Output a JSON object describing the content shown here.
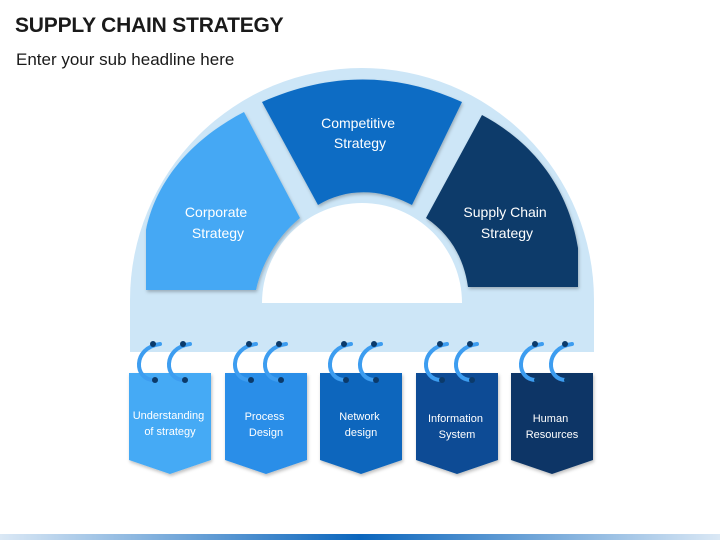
{
  "title": "SUPPLY CHAIN STRATEGY",
  "subtitle": "Enter your sub headline here",
  "colors": {
    "arch_background": "#cde6f7",
    "corporate": "#44a8f4",
    "competitive": "#0b6cc4",
    "supply_chain": "#0b3a6a",
    "card_1": "#45aaf5",
    "card_2": "#2a8ee8",
    "card_3": "#0a66bd",
    "card_4": "#074c95",
    "card_5": "#0a3566",
    "ring": "#3d9df0",
    "bottom_bar": "#0b66bd"
  },
  "segments": [
    {
      "id": "corporate",
      "lines": [
        "Corporate",
        "Strategy"
      ]
    },
    {
      "id": "competitive",
      "lines": [
        "Competitive",
        "Strategy"
      ]
    },
    {
      "id": "supply-chain",
      "lines": [
        "Supply Chain",
        "Strategy"
      ]
    }
  ],
  "cards": [
    {
      "id": "understanding",
      "lines": [
        "Understanding",
        "of strategy"
      ]
    },
    {
      "id": "process",
      "lines": [
        "Process",
        "Design"
      ]
    },
    {
      "id": "network",
      "lines": [
        "Network",
        "design"
      ]
    },
    {
      "id": "information",
      "lines": [
        "Information",
        "System"
      ]
    },
    {
      "id": "human",
      "lines": [
        "Human",
        "Resources"
      ]
    }
  ]
}
